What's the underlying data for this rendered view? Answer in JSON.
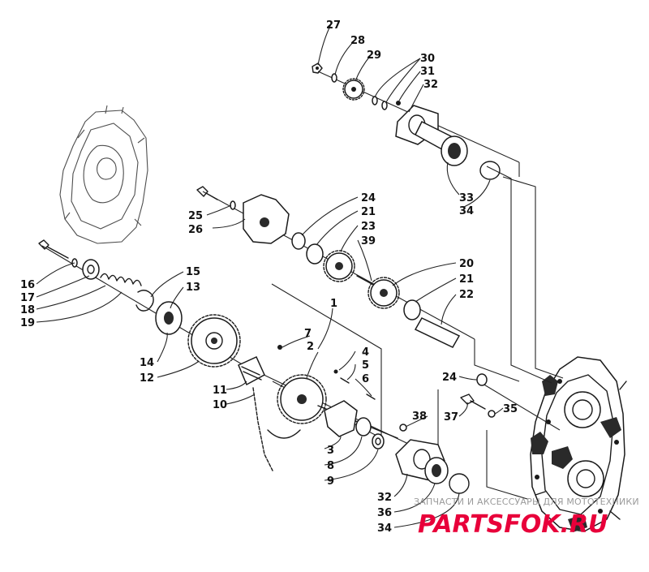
{
  "callouts": [
    {
      "id": "27",
      "label": "27"
    },
    {
      "id": "28",
      "label": "28"
    },
    {
      "id": "29",
      "label": "29"
    },
    {
      "id": "30",
      "label": "30"
    },
    {
      "id": "31",
      "label": "31"
    },
    {
      "id": "32a",
      "label": "32"
    },
    {
      "id": "33",
      "label": "33"
    },
    {
      "id": "34a",
      "label": "34"
    },
    {
      "id": "24a",
      "label": "24"
    },
    {
      "id": "21a",
      "label": "21"
    },
    {
      "id": "23",
      "label": "23"
    },
    {
      "id": "39",
      "label": "39"
    },
    {
      "id": "25",
      "label": "25"
    },
    {
      "id": "26",
      "label": "26"
    },
    {
      "id": "20",
      "label": "20"
    },
    {
      "id": "21b",
      "label": "21"
    },
    {
      "id": "22",
      "label": "22"
    },
    {
      "id": "16",
      "label": "16"
    },
    {
      "id": "17",
      "label": "17"
    },
    {
      "id": "18",
      "label": "18"
    },
    {
      "id": "19",
      "label": "19"
    },
    {
      "id": "15",
      "label": "15"
    },
    {
      "id": "13",
      "label": "13"
    },
    {
      "id": "1",
      "label": "1"
    },
    {
      "id": "7",
      "label": "7"
    },
    {
      "id": "2",
      "label": "2"
    },
    {
      "id": "4",
      "label": "4"
    },
    {
      "id": "5",
      "label": "5"
    },
    {
      "id": "6",
      "label": "6"
    },
    {
      "id": "14",
      "label": "14"
    },
    {
      "id": "12",
      "label": "12"
    },
    {
      "id": "11",
      "label": "11"
    },
    {
      "id": "10",
      "label": "10"
    },
    {
      "id": "24b",
      "label": "24"
    },
    {
      "id": "37",
      "label": "37"
    },
    {
      "id": "35",
      "label": "35"
    },
    {
      "id": "38",
      "label": "38"
    },
    {
      "id": "3",
      "label": "3"
    },
    {
      "id": "8",
      "label": "8"
    },
    {
      "id": "9",
      "label": "9"
    },
    {
      "id": "32b",
      "label": "32"
    },
    {
      "id": "36",
      "label": "36"
    },
    {
      "id": "34b",
      "label": "34"
    }
  ],
  "watermark": {
    "caption": "ЗАПЧАСТИ И АКСЕССУАРЫ ДЛЯ МОТОТЕХНИКИ",
    "brand_left": "PARTS",
    "brand_mid": "FOK",
    "brand_right": ".RU",
    "brand_color": "#e8003a"
  }
}
